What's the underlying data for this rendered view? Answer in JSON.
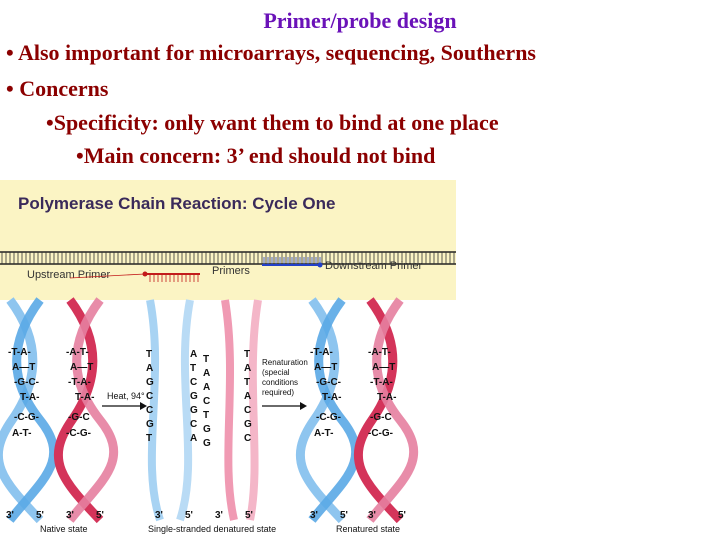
{
  "slide": {
    "title": "Primer/probe design",
    "bullets": [
      "• Also important for microarrays, sequencing, Southerns",
      "• Concerns",
      "•Specificity: only want them to bind at one place",
      "•Main concern: 3’ end should not bind"
    ]
  },
  "figure": {
    "title": "Polymerase Chain Reaction: Cycle One",
    "upstream_label": "Upstream Primer",
    "primers_label": "Primers",
    "downstream_label": "Downstream Primer",
    "heat_label": "Heat, 94°",
    "renaturation_label": [
      "Renaturation",
      "(special",
      "conditions",
      "required)"
    ],
    "native_label": "Native state",
    "denatured_label": "Single-stranded denatured state",
    "renatured_label": "Renatured state",
    "end_3": "3'",
    "end_5": "5'",
    "pairs_left": [
      "-T-A-",
      "A—T",
      "-G-C-",
      "T-A-",
      "-C-G-",
      "A-T-"
    ],
    "pairs_mid": [
      "-A-T-",
      "A—T",
      "-T-A-",
      "T-A-",
      "-G-C",
      "-C-G-"
    ],
    "strand1": [
      "T",
      "A",
      "G",
      "C",
      "C",
      "G",
      "T"
    ],
    "strand2": [
      "A",
      "T",
      "C",
      "G",
      "G",
      "C",
      "A"
    ],
    "strand3": [
      "T",
      "A",
      "A",
      "C",
      "T",
      "G",
      "G"
    ],
    "strand4": [
      "T",
      "A",
      "T",
      "A",
      "C",
      "G",
      "C"
    ],
    "colors": {
      "title": "#6a12b8",
      "text": "#8b0000",
      "blue_strand": "#5aa9e6",
      "red_strand": "#d4345a",
      "upstream": "#c21a1a",
      "downstream": "#2240c8",
      "fig_bg": "#fbf4c4"
    }
  }
}
